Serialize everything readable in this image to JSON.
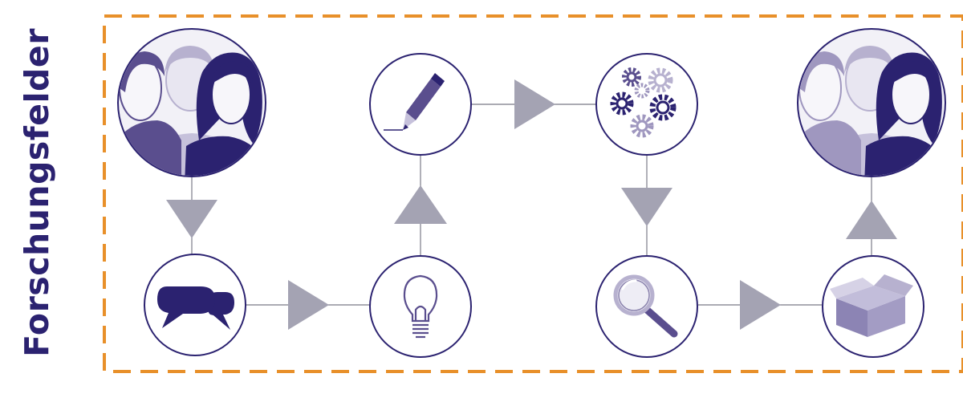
{
  "title": "Forschungsfelder",
  "colors": {
    "frame": "#e8902a",
    "title": "#2b2270",
    "icon_dark": "#2b2270",
    "icon_mid": "#5a4e8e",
    "icon_light": "#9f97bf",
    "arrow": "#a4a3b3",
    "line": "#8f8f9a",
    "circle_stroke": "#2b2270"
  },
  "nodes": [
    {
      "id": "team-start",
      "icon": "people-group-icon"
    },
    {
      "id": "discussion",
      "icon": "speech-bubbles-icon"
    },
    {
      "id": "idea",
      "icon": "lightbulb-icon"
    },
    {
      "id": "writing",
      "icon": "pencil-icon"
    },
    {
      "id": "process",
      "icon": "gears-icon"
    },
    {
      "id": "analysis",
      "icon": "magnifier-icon"
    },
    {
      "id": "product",
      "icon": "box-icon"
    },
    {
      "id": "team-end",
      "icon": "people-group-icon"
    }
  ],
  "edges": [
    {
      "from": "team-start",
      "to": "discussion",
      "direction": "down"
    },
    {
      "from": "discussion",
      "to": "idea",
      "direction": "right"
    },
    {
      "from": "idea",
      "to": "writing",
      "direction": "up"
    },
    {
      "from": "writing",
      "to": "process",
      "direction": "right"
    },
    {
      "from": "process",
      "to": "analysis",
      "direction": "down"
    },
    {
      "from": "analysis",
      "to": "product",
      "direction": "right"
    },
    {
      "from": "product",
      "to": "team-end",
      "direction": "up"
    }
  ]
}
